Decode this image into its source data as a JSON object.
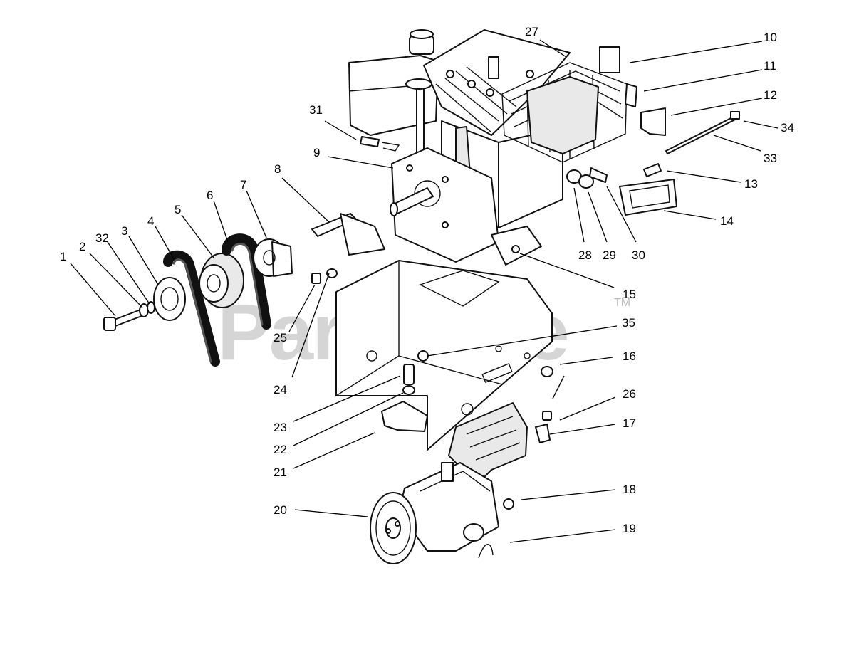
{
  "watermark": {
    "text": "PartsTree",
    "tm": "TM"
  },
  "callouts": [
    {
      "id": "c1",
      "label": "1"
    },
    {
      "id": "c2",
      "label": "2"
    },
    {
      "id": "c32",
      "label": "32"
    },
    {
      "id": "c3",
      "label": "3"
    },
    {
      "id": "c4",
      "label": "4"
    },
    {
      "id": "c5",
      "label": "5"
    },
    {
      "id": "c6",
      "label": "6"
    },
    {
      "id": "c7",
      "label": "7"
    },
    {
      "id": "c8",
      "label": "8"
    },
    {
      "id": "c9",
      "label": "9"
    },
    {
      "id": "c31",
      "label": "31"
    },
    {
      "id": "c27",
      "label": "27"
    },
    {
      "id": "c10",
      "label": "10"
    },
    {
      "id": "c11",
      "label": "11"
    },
    {
      "id": "c12",
      "label": "12"
    },
    {
      "id": "c34",
      "label": "34"
    },
    {
      "id": "c33",
      "label": "33"
    },
    {
      "id": "c13",
      "label": "13"
    },
    {
      "id": "c14",
      "label": "14"
    },
    {
      "id": "c28",
      "label": "28"
    },
    {
      "id": "c29",
      "label": "29"
    },
    {
      "id": "c30",
      "label": "30"
    },
    {
      "id": "c15",
      "label": "15"
    },
    {
      "id": "c35",
      "label": "35"
    },
    {
      "id": "c16",
      "label": "16"
    },
    {
      "id": "c26",
      "label": "26"
    },
    {
      "id": "c17",
      "label": "17"
    },
    {
      "id": "c18",
      "label": "18"
    },
    {
      "id": "c19",
      "label": "19"
    },
    {
      "id": "c20",
      "label": "20"
    },
    {
      "id": "c21",
      "label": "21"
    },
    {
      "id": "c22",
      "label": "22"
    },
    {
      "id": "c23",
      "label": "23"
    },
    {
      "id": "c24",
      "label": "24"
    },
    {
      "id": "c25",
      "label": "25"
    }
  ]
}
